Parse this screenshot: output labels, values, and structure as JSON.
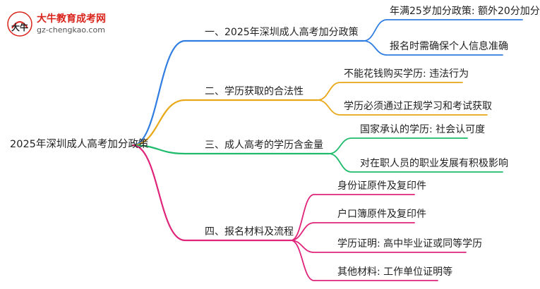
{
  "brand": {
    "name": "大牛教育成考网",
    "url": "gz-chengkao.com",
    "logo_text": "大牛"
  },
  "root": {
    "label": "2025年深圳成人高考加分政策"
  },
  "branches": [
    {
      "label": "一、2025年深圳成人高考加分政策",
      "color": "#2f7de1",
      "children": [
        "年满25岁加分政策: 额外20分加分",
        "报名时需确保个人信息准确"
      ]
    },
    {
      "label": "二、学历获取的合法性",
      "color": "#e8a817",
      "children": [
        "不能花钱购买学历: 违法行为",
        "学历必须通过正规学习和考试获取"
      ]
    },
    {
      "label": "三、成人高考的学历含金量",
      "color": "#1dbb6a",
      "children": [
        "国家承认的学历: 社会认可度",
        "对在职人员的职业发展有积极影响"
      ]
    },
    {
      "label": "四、报名材料及流程",
      "color": "#e0247a",
      "children": [
        "身份证原件及复印件",
        "户口簿原件及复印件",
        "学历证明: 高中毕业证或同等学历",
        "其他材料: 工作单位证明等"
      ]
    }
  ]
}
